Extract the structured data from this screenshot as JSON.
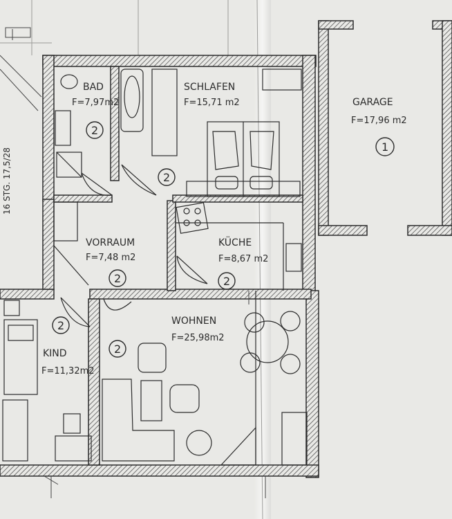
{
  "stair_note": "16 STG. 17,5/28",
  "rooms": {
    "bad": {
      "name": "BAD",
      "area": "F=7,97m2",
      "level": "2"
    },
    "schlafen": {
      "name": "SCHLAFEN",
      "area": "F=15,71 m2",
      "level": "2"
    },
    "garage": {
      "name": "GARAGE",
      "area": "F=17,96 m2",
      "level": "1"
    },
    "vorraum": {
      "name": "VORRAUM",
      "area": "F=7,48 m2",
      "level": "2"
    },
    "kueche": {
      "name": "KÜCHE",
      "area": "F=8,67 m2",
      "level": "2"
    },
    "wohnen": {
      "name": "WOHNEN",
      "area": "F=25,98m2",
      "level": "2"
    },
    "kind": {
      "name": "KIND",
      "area": "F=11,32m2",
      "level": "2"
    }
  },
  "colors": {
    "paper": "#e9e9e6",
    "ink": "#2b2b2b",
    "hatch": "#555555"
  }
}
